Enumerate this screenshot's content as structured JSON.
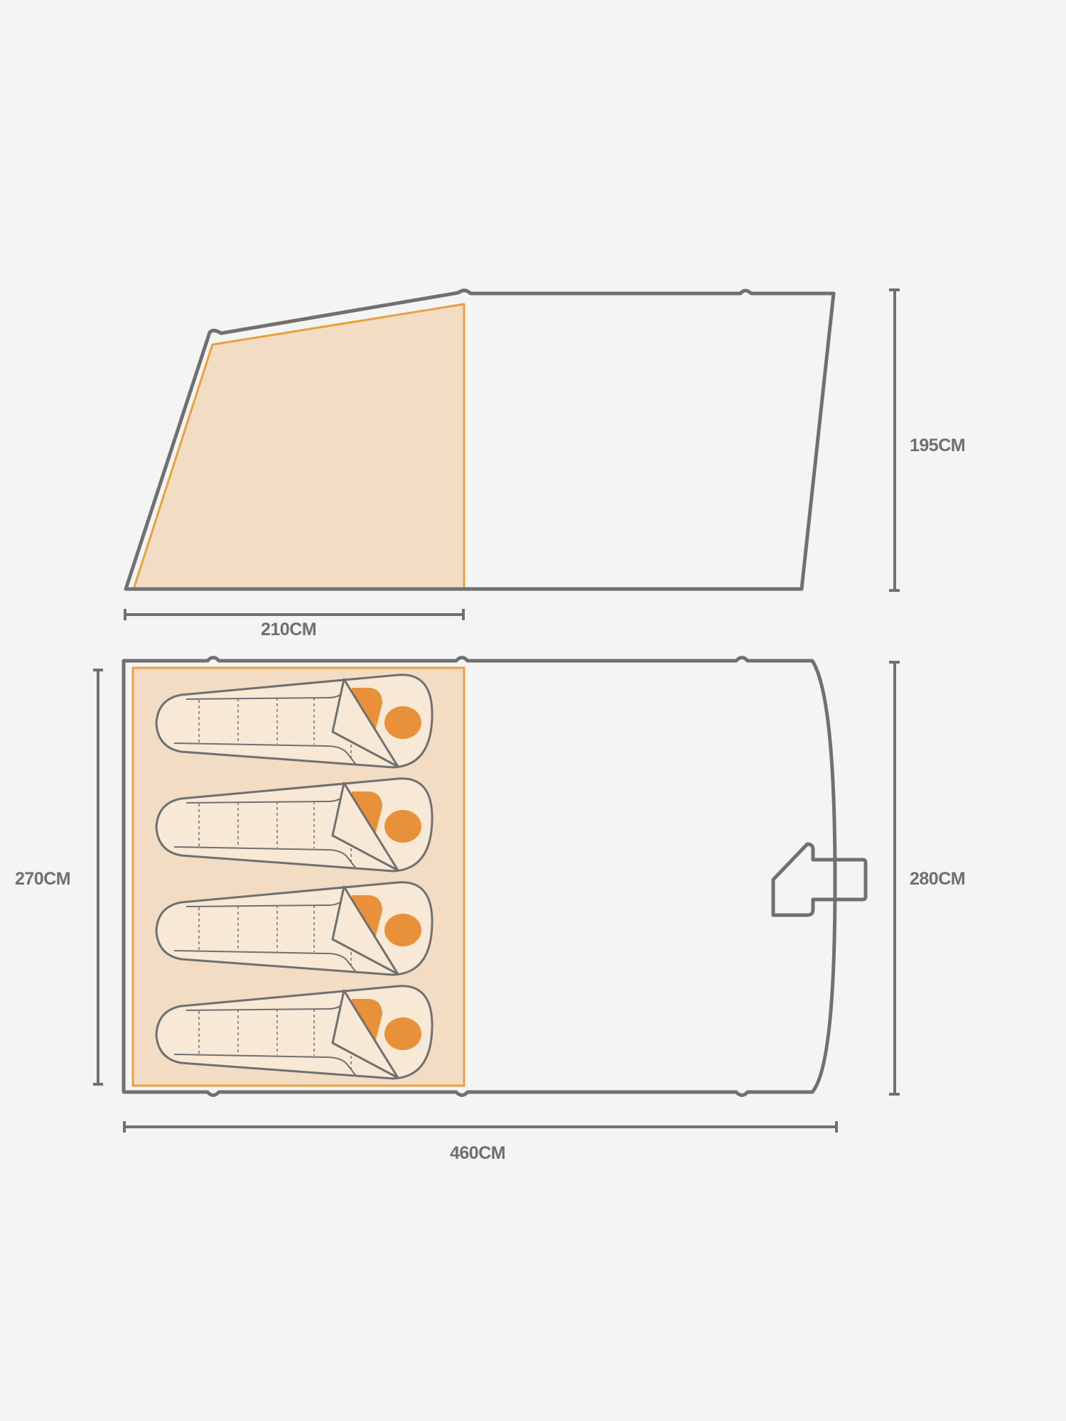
{
  "colors": {
    "background": "#f4f4f4",
    "outline": "#707070",
    "inner_fill": "#f3dcc4",
    "inner_stroke": "#e8a040",
    "accent": "#e8913a",
    "bag_fill": "#f8e8d6"
  },
  "dimensions": {
    "inner_length": "210CM",
    "height": "195CM",
    "inner_width": "270CM",
    "outer_width": "280CM",
    "total_length": "460CM"
  },
  "sleeping_bags": [
    {
      "occupant": 1
    },
    {
      "occupant": 2
    },
    {
      "occupant": 3
    },
    {
      "occupant": 4
    }
  ],
  "icons": {
    "entrance": "arrow-left-icon"
  }
}
